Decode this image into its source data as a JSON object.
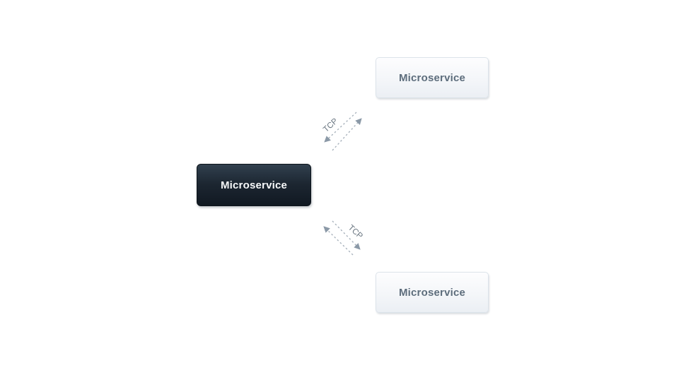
{
  "page": {
    "background": "#ffffff"
  },
  "diagram": {
    "nodes": [
      {
        "id": "microservice-left",
        "label": "Microservice",
        "variant": "dark"
      },
      {
        "id": "microservice-top-right",
        "label": "Microservice",
        "variant": "light"
      },
      {
        "id": "microservice-bottom-right",
        "label": "Microservice",
        "variant": "light"
      }
    ],
    "connections": [
      {
        "label": "TCP",
        "from": "microservice-left",
        "to": "microservice-top-right",
        "style": "dashed",
        "bidirectional": true
      },
      {
        "label": "TCP",
        "from": "microservice-left",
        "to": "microservice-bottom-right",
        "style": "dashed",
        "bidirectional": true
      }
    ],
    "colors": {
      "dark_node_top": "#31404e",
      "dark_node_bottom": "#111922",
      "dark_node_border": "#0d141b",
      "dark_node_text": "#f7f9fa",
      "light_node_top": "#fdfdfe",
      "light_node_bottom": "#ebeff4",
      "light_node_border": "#dce3ea",
      "light_node_text": "#5d6d7c",
      "connector_line": "#a9b3bd",
      "arrowhead": "#8b99a7",
      "connector_label": "#6a7681"
    }
  }
}
